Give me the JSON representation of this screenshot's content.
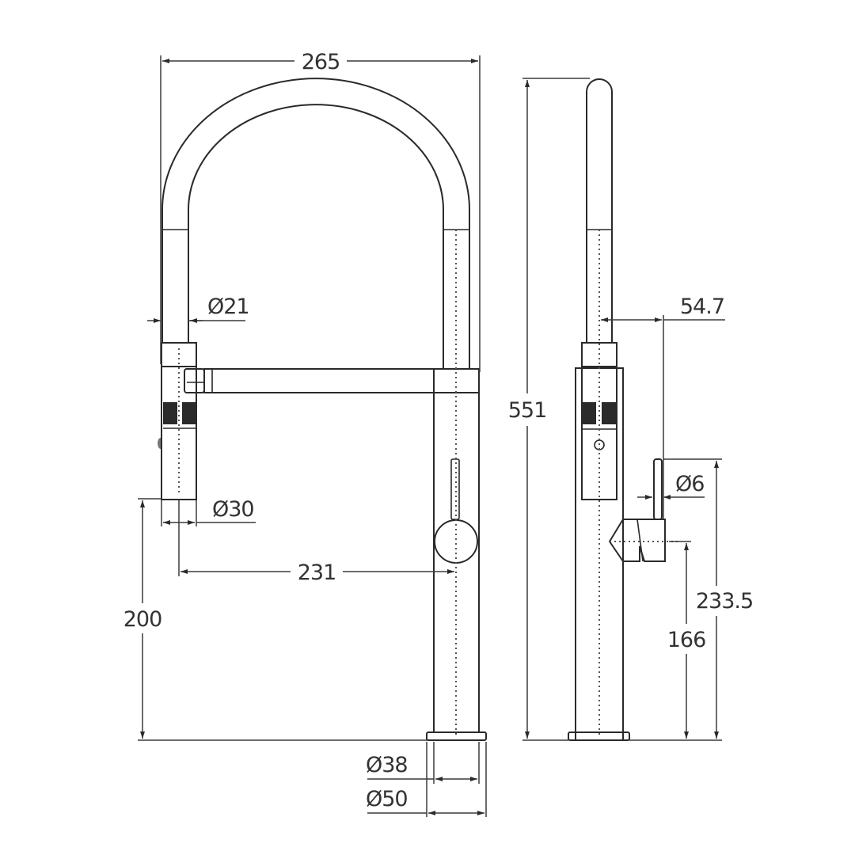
{
  "drawing": {
    "title": "Pull-down kitchen mixer — dimensioned drawing",
    "views": [
      "front-view",
      "side-view"
    ],
    "units": "mm",
    "line_color": "#2a2a2a",
    "background": "#ffffff"
  },
  "front_view": {
    "dimensions": {
      "overall_width": "265",
      "spray_head_diameter": "Ø21",
      "spray_body_diameter": "Ø30",
      "spout_reach": "231",
      "spray_height": "200",
      "body_diameter": "Ø38",
      "base_diameter": "Ø50"
    }
  },
  "side_view": {
    "dimensions": {
      "overall_height": "551",
      "handle_offset": "54.7",
      "handle_diameter": "Ø6",
      "handle_top_height": "233.5",
      "handle_axis_height": "166"
    }
  }
}
